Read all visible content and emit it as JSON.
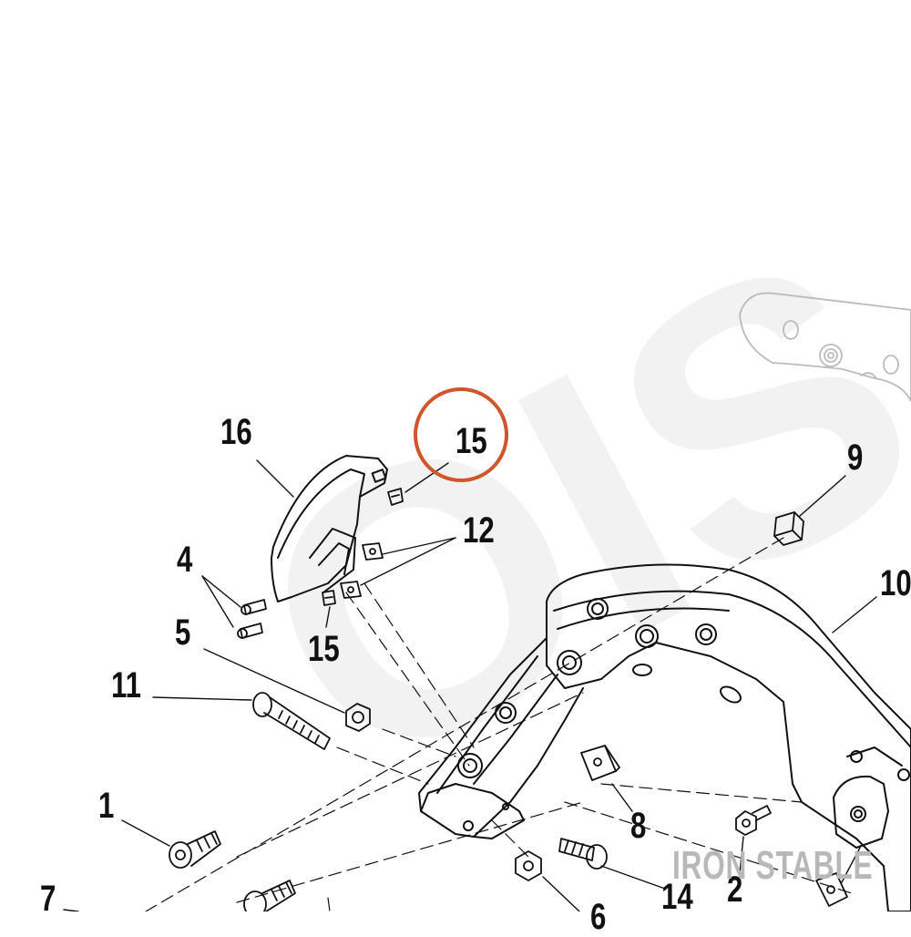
{
  "callouts": {
    "c16": "16",
    "c15_top": "15",
    "c12": "12",
    "c4": "4",
    "c5": "5",
    "c15_bottom": "15",
    "c11": "11",
    "c1": "1",
    "c7": "7",
    "c9": "9",
    "c10": "10",
    "c8": "8",
    "c14": "14",
    "c2": "2",
    "c6": "6"
  },
  "highlight": {
    "target": "15",
    "color": "#d0552b"
  },
  "watermark": "IRON STABLE",
  "colors": {
    "line": "#111111",
    "ghost": "#bbbbbb"
  }
}
